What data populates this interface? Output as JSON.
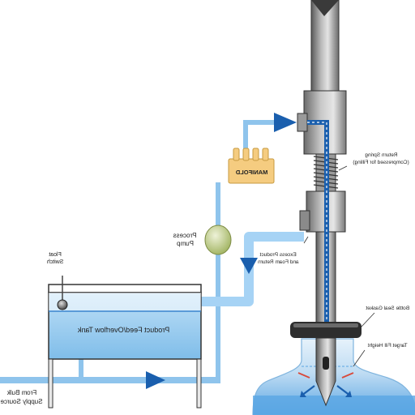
{
  "labels": {
    "float_switch": [
      "Float",
      "Switch"
    ],
    "process_pump": [
      "Process",
      "Pump"
    ],
    "manifold": "MANIFOLD",
    "return_spring": [
      "Return Spring",
      "(Compressed for Filling)"
    ],
    "excess_product": [
      "Excess Product",
      "and Foam Return"
    ],
    "tank": "Product Feed/Overflow Tank",
    "bottle_seal_gasket": "Bottle Seal Gasket",
    "target_fill_height": "Target Fill Height",
    "from_bulk": [
      "From Bulk",
      "Supply Source"
    ]
  },
  "colors": {
    "pipe_light": "#8fc4ec",
    "pipe_dark": "#3f86cf",
    "liquid": "#a6d3f5",
    "liquid_dark": "#5aa6e3",
    "metal_dark": "#4a4a4a",
    "metal_mid": "#8a8a8a",
    "metal_light": "#c9c9c9",
    "manifold": "#f5cc80",
    "pump": "#b7c77e",
    "arrow": "#1a5fae",
    "spray_red": "#d84a3b"
  }
}
